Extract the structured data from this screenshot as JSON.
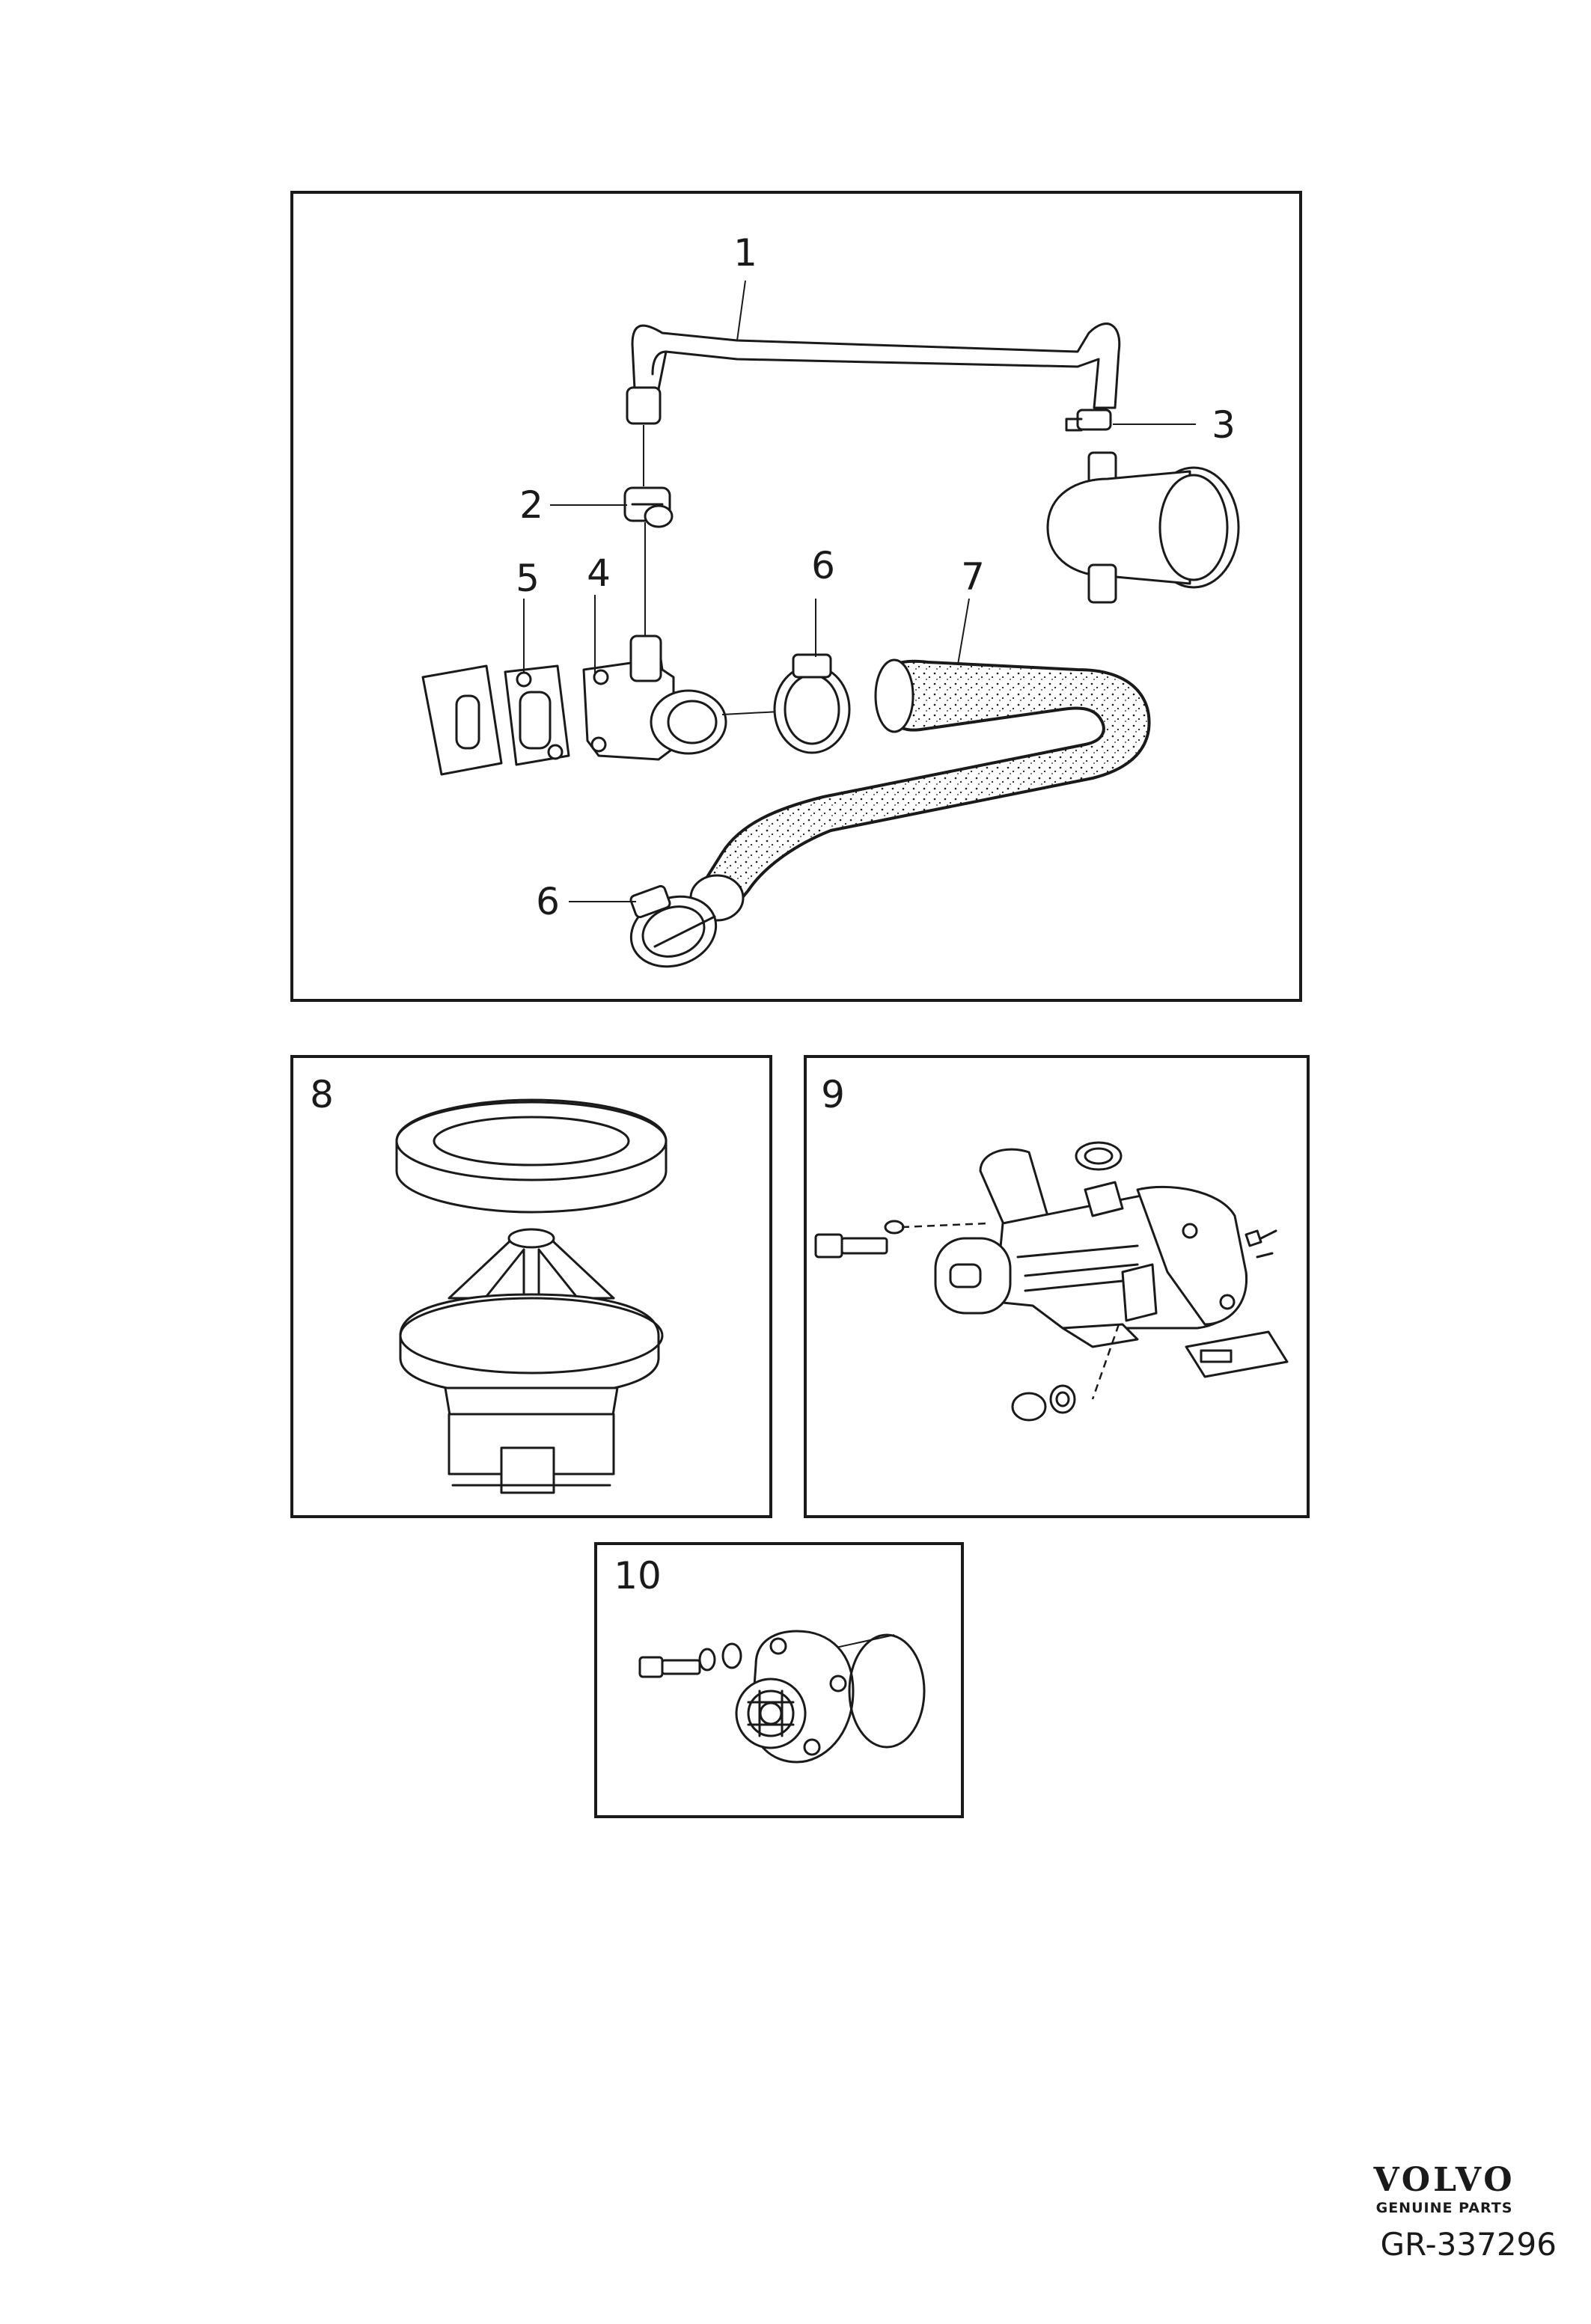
{
  "callouts": {
    "c1": "1",
    "c2": "2",
    "c3": "3",
    "c4": "4",
    "c5": "5",
    "c6a": "6",
    "c6b": "6",
    "c7": "7",
    "c8": "8",
    "c9": "9",
    "c10": "10"
  },
  "branding": {
    "logo_text": "VOLVO",
    "tagline": "GENUINE PARTS",
    "reference": "GR-337296"
  },
  "colors": {
    "ink": "#1a1a1a",
    "paper": "#ffffff"
  },
  "icons": [
    "volvo-logo"
  ]
}
